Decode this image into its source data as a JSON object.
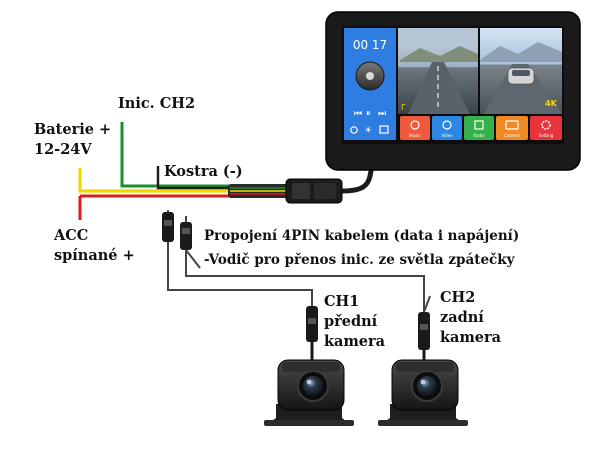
{
  "labels": {
    "inic_ch2": "Inic. CH2",
    "baterie_line1": "Baterie +",
    "baterie_line2": "12-24V",
    "kostra": "Kostra (-)",
    "acc_line1": "ACC",
    "acc_line2": "spínané +",
    "propojeni": "Propojení 4PIN kabelem (data i napájení)",
    "vodic": "-Vodič pro přenos inic. ze světla zpátečky",
    "ch1_line1": "CH1",
    "ch1_line2": "přední",
    "ch1_line3": "kamera",
    "ch2_line1": "CH2",
    "ch2_line2": "zadní",
    "ch2_line3": "kamera"
  },
  "monitor": {
    "clock": "00 17",
    "badge_4k": "4K",
    "tiles": [
      "Music",
      "Video",
      "Radio",
      "Camera",
      "Setting"
    ],
    "tile_colors": [
      "#ef5a3c",
      "#2b87e3",
      "#35b04a",
      "#f08a25",
      "#e8343a"
    ]
  },
  "colors": {
    "wire_green": "#1a8f2c",
    "wire_yellow": "#f2d800",
    "wire_red": "#d81e1e",
    "wire_black": "#1b1b1b",
    "wire_grey": "#444444",
    "screen_blue": "#2f7de0"
  }
}
